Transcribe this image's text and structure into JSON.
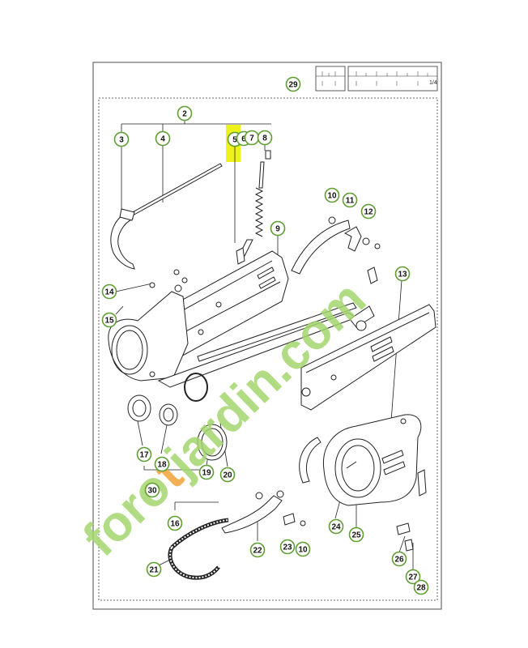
{
  "colors": {
    "callout_ring": "#5f9e33",
    "highlight": "#eef21c",
    "watermark_green": "#a4d66e",
    "watermark_orange": "#f2a338",
    "line": "#222222",
    "frame": "#6a6a6a"
  },
  "watermark": {
    "text": "forotjardin.com"
  },
  "scale_label": "1/4",
  "callouts": [
    {
      "id": "c2",
      "label": "2"
    },
    {
      "id": "c3",
      "label": "3"
    },
    {
      "id": "c4",
      "label": "4"
    },
    {
      "id": "c5",
      "label": "5"
    },
    {
      "id": "c6",
      "label": "6"
    },
    {
      "id": "c7",
      "label": "7"
    },
    {
      "id": "c8",
      "label": "8"
    },
    {
      "id": "c9",
      "label": "9"
    },
    {
      "id": "c10a",
      "label": "10"
    },
    {
      "id": "c11",
      "label": "11"
    },
    {
      "id": "c12",
      "label": "12"
    },
    {
      "id": "c13",
      "label": "13"
    },
    {
      "id": "c14",
      "label": "14"
    },
    {
      "id": "c15",
      "label": "15"
    },
    {
      "id": "c16",
      "label": "16"
    },
    {
      "id": "c17",
      "label": "17"
    },
    {
      "id": "c18",
      "label": "18"
    },
    {
      "id": "c19",
      "label": "19"
    },
    {
      "id": "c20",
      "label": "20"
    },
    {
      "id": "c21",
      "label": "21"
    },
    {
      "id": "c22",
      "label": "22"
    },
    {
      "id": "c23",
      "label": "23"
    },
    {
      "id": "c10b",
      "label": "10"
    },
    {
      "id": "c24",
      "label": "24"
    },
    {
      "id": "c25",
      "label": "25"
    },
    {
      "id": "c26",
      "label": "26"
    },
    {
      "id": "c27",
      "label": "27"
    },
    {
      "id": "c28",
      "label": "28"
    },
    {
      "id": "c29",
      "label": "29"
    },
    {
      "id": "c30",
      "label": "30"
    }
  ]
}
